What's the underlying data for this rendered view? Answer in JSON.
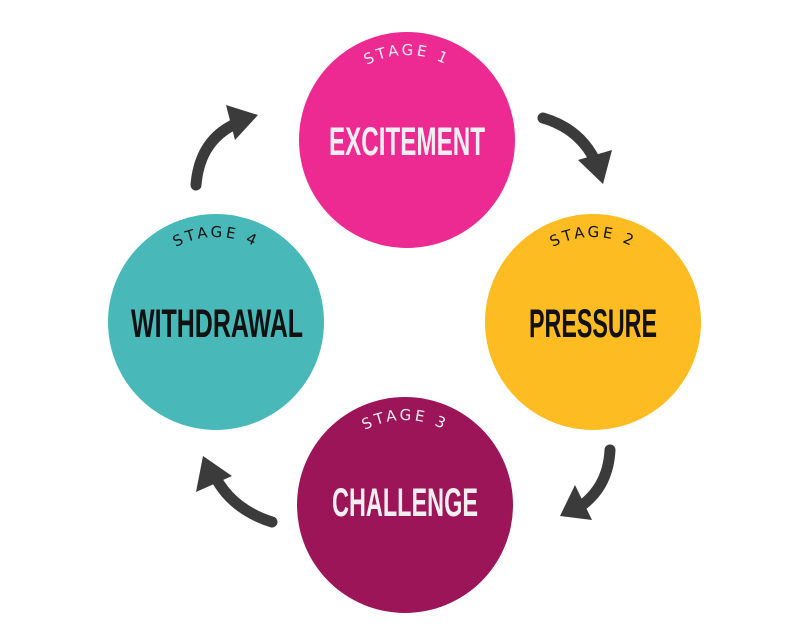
{
  "stages": [
    {
      "stage": "STAGE 1",
      "title": "EXCITEMENT",
      "color": "#ec2a92",
      "text_color": "#f3eef0"
    },
    {
      "stage": "STAGE 2",
      "title": "PRESSURE",
      "color": "#fdbd22",
      "text_color": "#111111"
    },
    {
      "stage": "STAGE 3",
      "title": "CHALLENGE",
      "color": "#9c1558",
      "text_color": "#f3eef0"
    },
    {
      "stage": "STAGE 4",
      "title": "WITHDRAWAL",
      "color": "#48b9b8",
      "text_color": "#111111"
    }
  ],
  "arrow_color": "#3b3b3b"
}
